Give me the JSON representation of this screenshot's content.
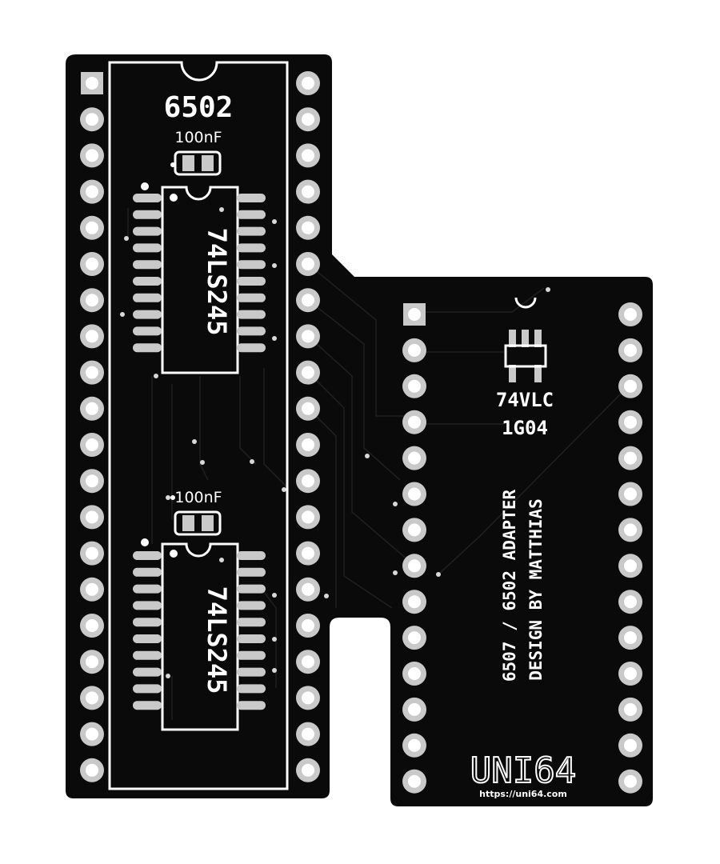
{
  "board": {
    "main_chip_label": "6502",
    "cap_top_label": "100nF",
    "cap_bottom_label": "100nF",
    "ic_top_label": "74LS245",
    "ic_bottom_label": "74LS245",
    "gate_label_line1": "74VLC",
    "gate_label_line2": "1G04",
    "title_line1": "6507 / 6502 ADAPTER",
    "title_line2": "DESIGN BY MATTHIAS",
    "logo": "UNI64",
    "url": "https://uni64.com"
  },
  "colors": {
    "pcb": "#0a0a0a",
    "silkscreen": "#ffffff",
    "pad": "#c9c9c9"
  }
}
